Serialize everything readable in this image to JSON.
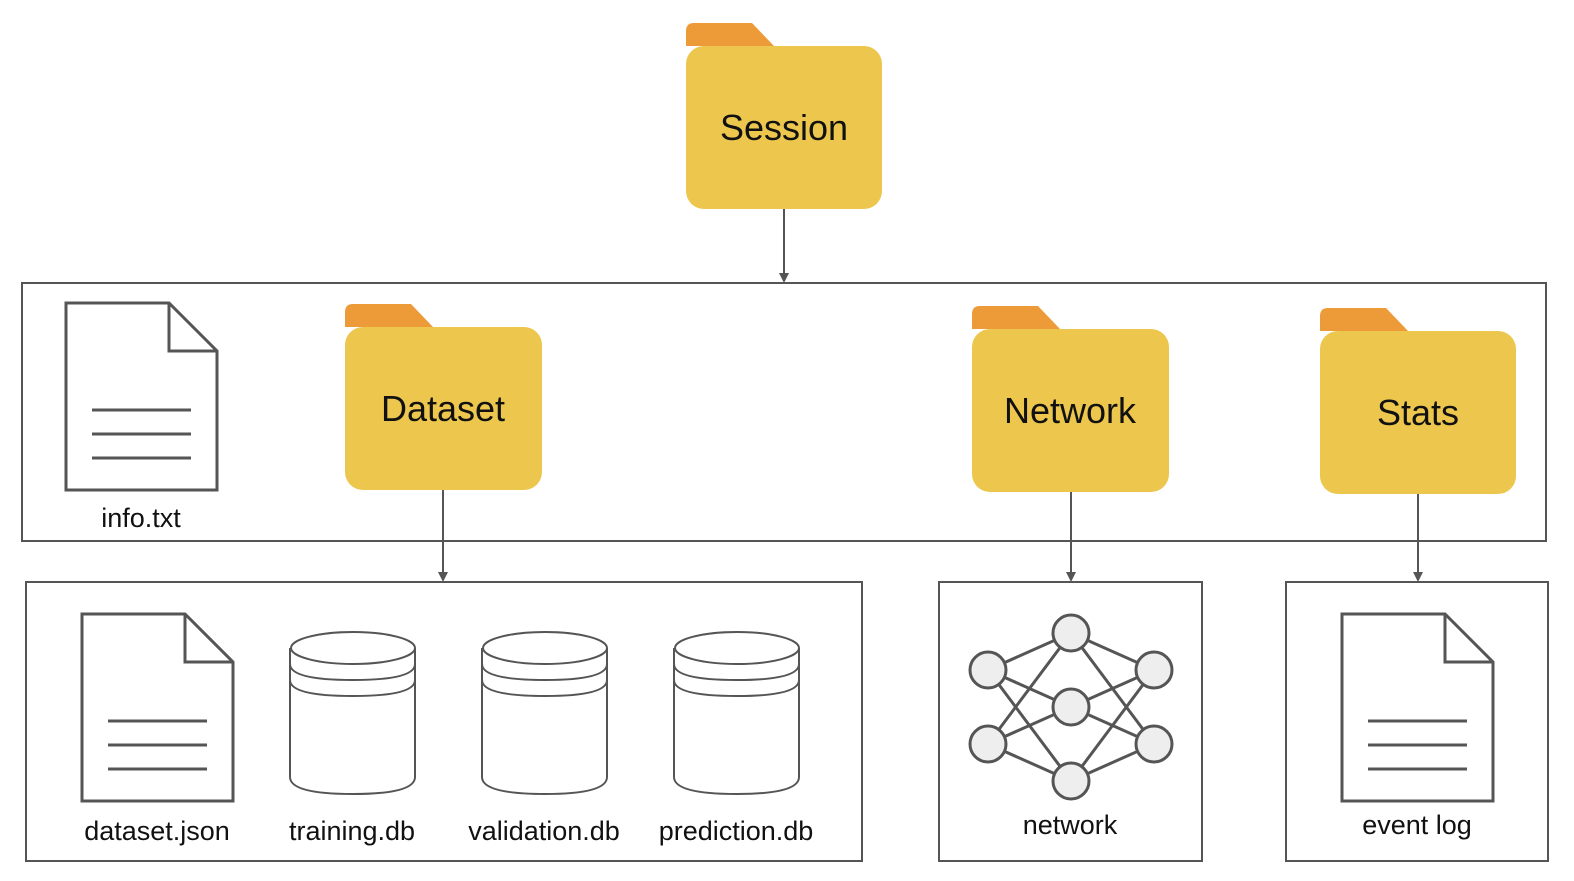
{
  "colors": {
    "folder_body": "#ECC64D",
    "folder_tab": "#ED9B38",
    "line": "#555555",
    "node_fill": "#EEEEEE",
    "box_border": "#555555"
  },
  "folders": {
    "session": {
      "label": "Session",
      "icon": "folder-icon"
    },
    "dataset": {
      "label": "Dataset",
      "icon": "folder-icon"
    },
    "network": {
      "label": "Network",
      "icon": "folder-icon"
    },
    "stats": {
      "label": "Stats",
      "icon": "folder-icon"
    }
  },
  "files": {
    "info": {
      "label": "info.txt",
      "icon": "document-icon"
    },
    "dataset_json": {
      "label": "dataset.json",
      "icon": "document-icon"
    },
    "training_db": {
      "label": "training.db",
      "icon": "database-icon"
    },
    "validation_db": {
      "label": "validation.db",
      "icon": "database-icon"
    },
    "prediction_db": {
      "label": "prediction.db",
      "icon": "database-icon"
    },
    "network": {
      "label": "network",
      "icon": "neural-network-icon"
    },
    "event_log": {
      "label": "event log",
      "icon": "document-icon"
    }
  }
}
